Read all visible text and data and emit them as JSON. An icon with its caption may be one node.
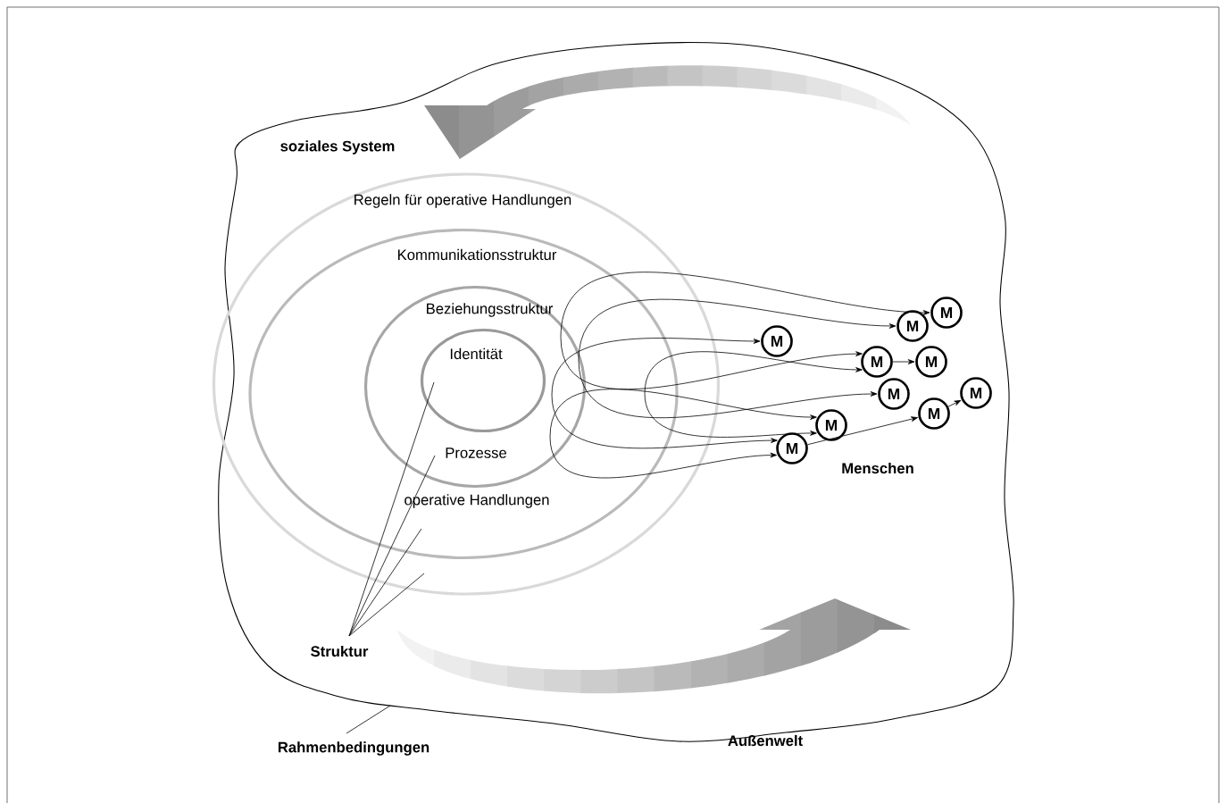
{
  "diagram": {
    "nodes": [
      {
        "text": [
          "soziales System"
        ]
      },
      {
        "text": [
          "Regeln für operative Handlungen"
        ],
        "in": 0
      },
      {
        "text": [
          "Kommunikationsstruktur",
          "operative Handlungen"
        ],
        "in": 1
      },
      {
        "text": [
          "Beziehungsstruktur",
          "Prozesse"
        ],
        "in": 2
      },
      {
        "text": [
          "Identität"
        ],
        "in": 3
      },
      {
        "text": [
          "Struktur"
        ],
        "in": 0
      },
      {
        "text": [
          "Rahmenbedingungen"
        ]
      },
      {
        "text": [
          "M"
        ],
        "in": 0
      },
      {
        "text": [
          "M"
        ],
        "in": 0
      },
      {
        "text": [
          "M"
        ],
        "in": 0
      },
      {
        "text": [
          "M"
        ],
        "in": 0
      },
      {
        "text": [
          "M"
        ],
        "in": 0
      },
      {
        "text": [
          "M"
        ],
        "in": 0
      },
      {
        "text": [
          "M"
        ],
        "in": 0
      },
      {
        "text": [
          "M"
        ],
        "in": 0
      },
      {
        "text": [
          "M"
        ],
        "in": 0
      },
      {
        "text": [
          "M"
        ],
        "in": 0
      }
    ],
    "edges": [
      {
        "from": 5,
        "to": 4,
        "arrow": "none"
      },
      {
        "from": 5,
        "to": 3,
        "arrow": "none"
      },
      {
        "from": 5,
        "to": 2,
        "arrow": "none"
      },
      {
        "from": 5,
        "to": 1,
        "arrow": "none"
      },
      {
        "from": 6,
        "to": 0,
        "arrow": "none"
      },
      {
        "from": 9,
        "to": 10,
        "arrow": "both"
      },
      {
        "from": 8,
        "to": 12,
        "arrow": "both"
      },
      {
        "from": 7,
        "to": 16,
        "arrow": "both"
      },
      {
        "from": 14,
        "to": 16,
        "arrow": "both"
      },
      {
        "from": 10,
        "to": 11,
        "arrow": "to"
      },
      {
        "from": 16,
        "to": 15,
        "arrow": "to"
      },
      {
        "from": 15,
        "to": 13,
        "arrow": "to"
      },
      {
        "from": 10,
        "to": 14,
        "arrow": "both"
      }
    ],
    "labels": [
      "Menschen",
      "Außenwelt"
    ]
  }
}
